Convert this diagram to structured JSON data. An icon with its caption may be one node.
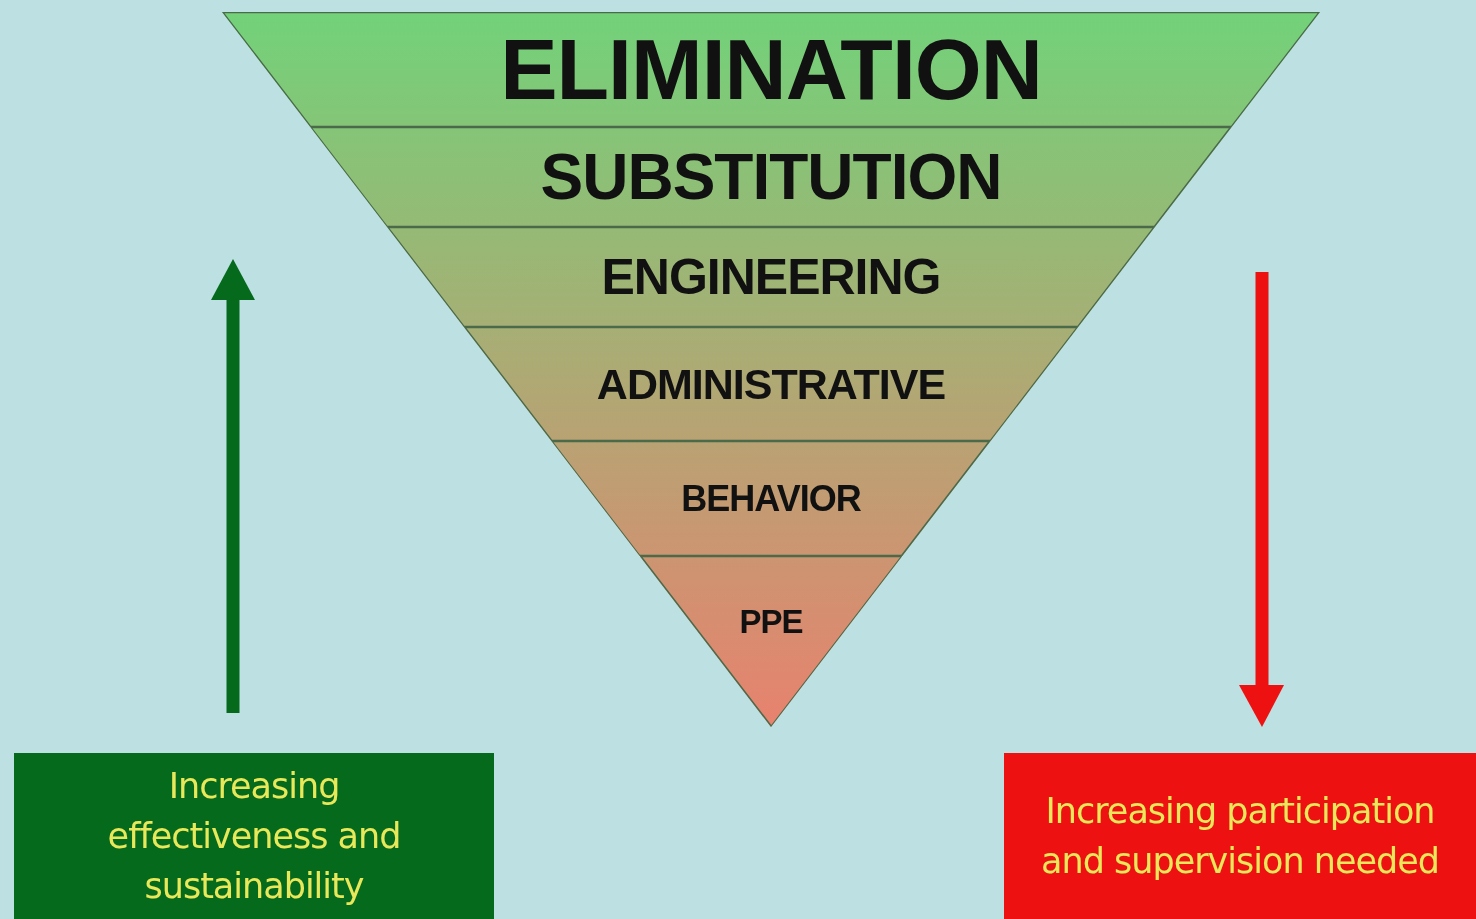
{
  "diagram": {
    "nodes": [
      {
        "text": [
          "ELIMINATION"
        ]
      },
      {
        "text": [
          "SUBSTITUTION"
        ]
      },
      {
        "text": [
          "ENGINEERING"
        ]
      },
      {
        "text": [
          "ADMINISTRATIVE"
        ]
      },
      {
        "text": [
          "BEHAVIOR"
        ]
      },
      {
        "text": [
          "PPE"
        ]
      },
      {
        "text": [
          "Increasing effectiveness and sustainability"
        ]
      },
      {
        "text": [
          "Increasing participation and supervision needed"
        ]
      }
    ]
  }
}
